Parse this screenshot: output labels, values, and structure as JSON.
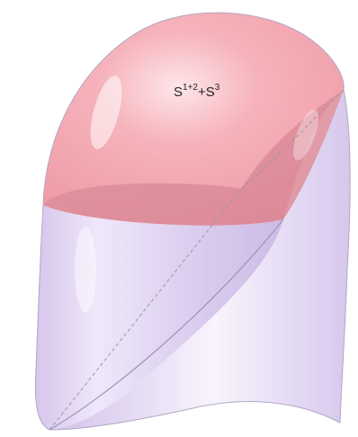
{
  "diagram": {
    "label": {
      "base1": "S",
      "sup1": "1+2",
      "plus": "+S",
      "sup2": "3"
    },
    "colors": {
      "upper_region": "#f2a2ab",
      "upper_region_light": "#fbd4d8",
      "inner_section": "#dc8a98",
      "lower_region": "#dccfef",
      "lower_region_light": "#f6f1fc",
      "outline": "#b8aac8",
      "dashed_line": "#9a9a9a",
      "label_text": "#222222"
    }
  }
}
